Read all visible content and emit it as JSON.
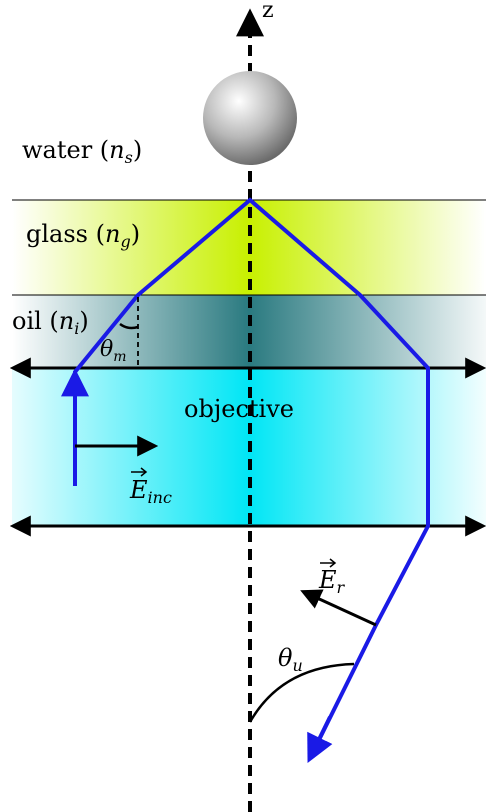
{
  "axis": {
    "label": "z"
  },
  "layers": {
    "water": {
      "label": "water (",
      "sym": "n",
      "sub": "s",
      "close": ")"
    },
    "glass": {
      "label": "glass (",
      "sym": "n",
      "sub": "g",
      "close": ")"
    },
    "oil": {
      "label": "oil (",
      "sym": "n",
      "sub": "i",
      "close": ")"
    },
    "objective": {
      "label": "objective"
    }
  },
  "symbols": {
    "theta_m": {
      "sym": "θ",
      "sub": "m"
    },
    "theta_u": {
      "sym": "θ",
      "sub": "u"
    },
    "E_inc": {
      "sym": "E",
      "sub": "inc"
    },
    "E_r": {
      "sym": "E",
      "sub": "r"
    }
  },
  "colors": {
    "ray": "#1a1ae6",
    "glass": "#c8f000",
    "oil": "#2a7a80",
    "objective": "#00e6f5",
    "line": "#000000"
  }
}
